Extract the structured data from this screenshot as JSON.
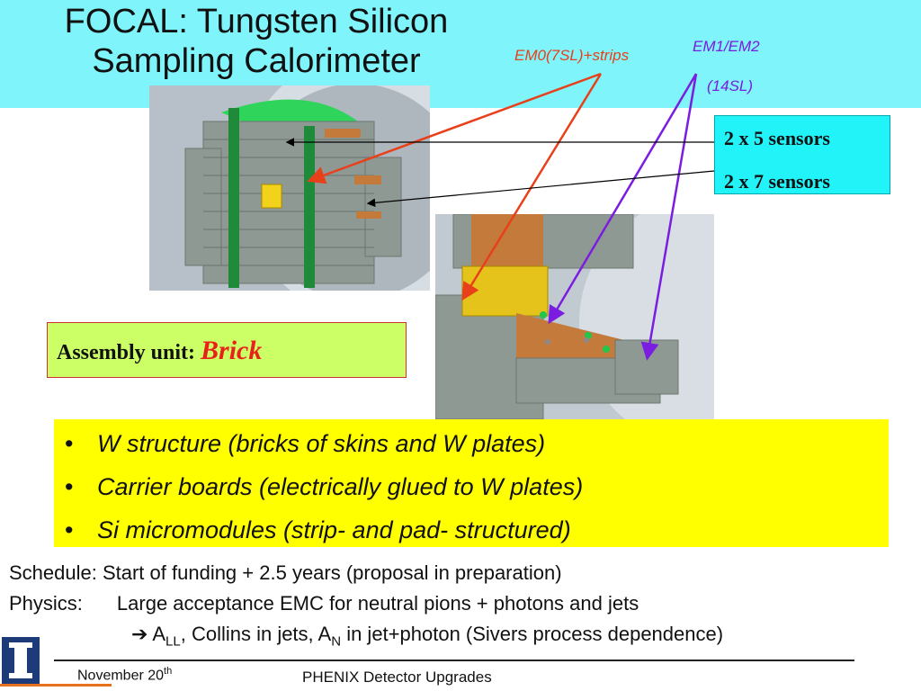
{
  "title": {
    "line1": "FOCAL: Tungsten Silicon",
    "line2": "Sampling Calorimeter"
  },
  "labels": {
    "em0": "EM0(7SL)+strips",
    "em1": "EM1/EM2",
    "em1_sub": "(14SL)"
  },
  "sensors": [
    "2 x 5 sensors",
    "2 x 7 sensors"
  ],
  "assembly": {
    "prefix": "Assembly unit",
    "colon": ":",
    "emph": "Brick"
  },
  "bullets": [
    "W structure (bricks of skins and W plates)",
    "Carrier boards (electrically glued to W plates)",
    "Si micromodules (strip- and pad- structured)"
  ],
  "schedule": "Schedule: Start of funding + 2.5 years (proposal in preparation)",
  "physics": {
    "label": "Physics:",
    "text": "Large acceptance EMC for neutral pions + photons and jets"
  },
  "physics2": {
    "arrow": "➔",
    "a": "A",
    "a_sub": "LL",
    "mid": ", Collins in jets, A",
    "n_sub": "N",
    "tail": " in jet+photon  (Sivers process dependence)"
  },
  "footer": {
    "date": "November 20",
    "date_sup": "th",
    "title": "PHENIX Detector Upgrades"
  },
  "colors": {
    "header_band": "#7ff4fb",
    "red_label": "#e8401a",
    "purple_label": "#7a1de0",
    "highlight": "#ffff00"
  }
}
